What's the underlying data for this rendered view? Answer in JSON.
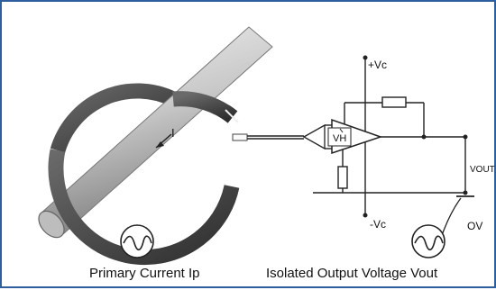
{
  "labels": {
    "vc_pos": "+Vc",
    "vc_neg": "-Vc",
    "vh": "VH",
    "vout": "VOUT",
    "ov": "OV",
    "current": "I"
  },
  "captions": {
    "primary": "Primary Current Ip",
    "output": "Isolated Output Voltage Vout"
  },
  "colors": {
    "border": "#2f5e9e",
    "core": "#3a3a3a",
    "conductor": "#cfcfcf",
    "wire": "#222222"
  }
}
